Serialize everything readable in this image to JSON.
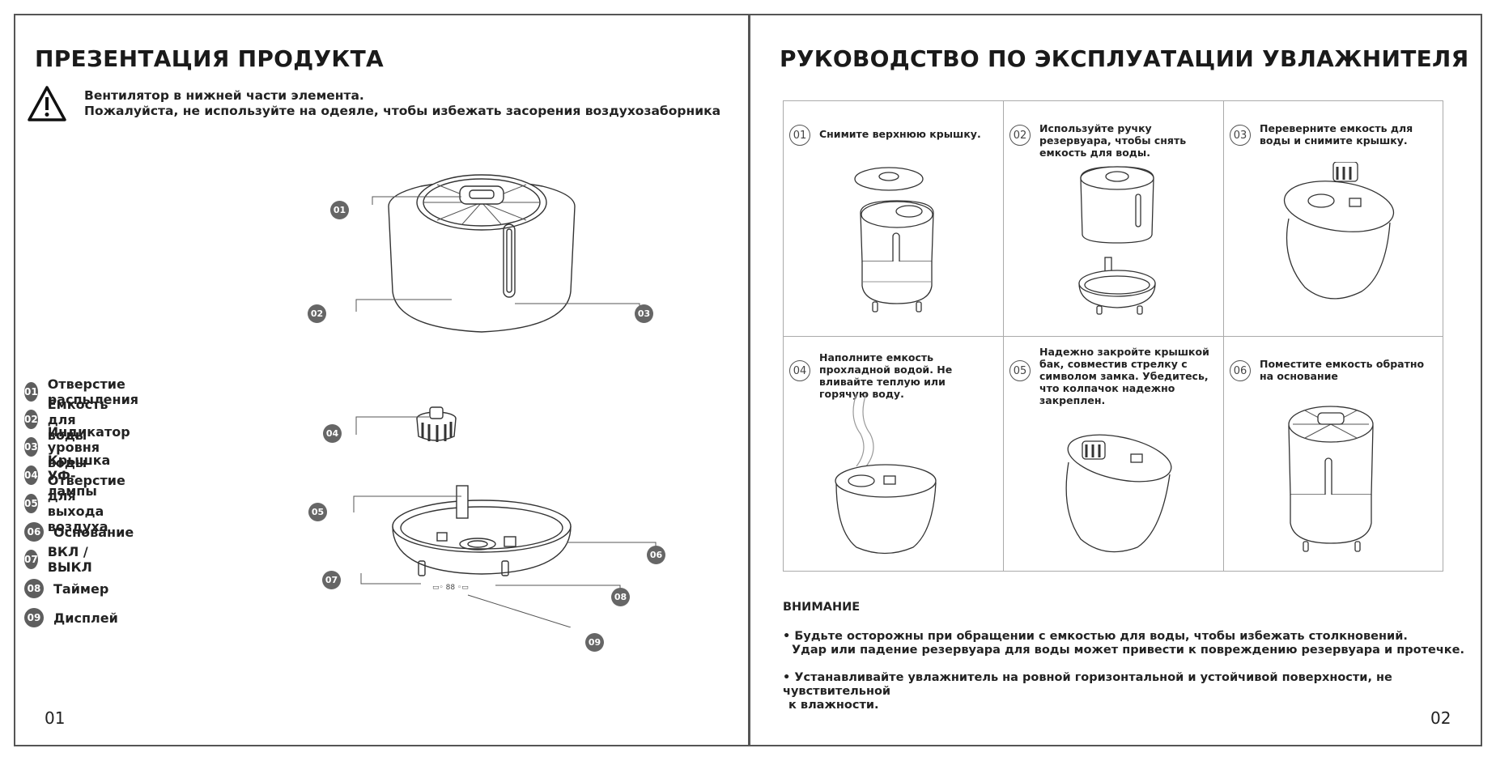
{
  "left_page": {
    "title": "ПРЕЗЕНТАЦИЯ ПРОДУКТА",
    "warning_line1": "Вентилятор в нижней части элемента.",
    "warning_line2": "Пожалуйста, не используйте на одеяле, чтобы избежать засорения воздухозаборника",
    "callouts": [
      "01",
      "02",
      "03",
      "04",
      "05",
      "06",
      "07",
      "08",
      "09"
    ],
    "legend": [
      {
        "num": "01",
        "label": "Отверстие распыления"
      },
      {
        "num": "02",
        "label": "Емкость для воды"
      },
      {
        "num": "03",
        "label": "Индикатор уровня воды"
      },
      {
        "num": "04",
        "label": "Крышка УФ-лампы"
      },
      {
        "num": "05",
        "label": "Отверстие для выхода воздуха"
      },
      {
        "num": "06",
        "label": "Основание"
      },
      {
        "num": "07",
        "label": "ВКЛ / ВЫКЛ"
      },
      {
        "num": "08",
        "label": "Таймер"
      },
      {
        "num": "09",
        "label": "Дисплей"
      }
    ],
    "page_number": "01"
  },
  "right_page": {
    "title": "РУКОВОДСТВО ПО ЭКСПЛУАТАЦИИ УВЛАЖНИТЕЛЯ",
    "steps": [
      {
        "num": "01",
        "text": "Снимите верхнюю крышку."
      },
      {
        "num": "02",
        "text": "Используйте ручку резервуара, чтобы снять емкость для воды."
      },
      {
        "num": "03",
        "text": "Переверните емкость для воды и снимите крышку."
      },
      {
        "num": "04",
        "text": "Наполните емкость прохладной водой. Не вливайте теплую или горячую воду."
      },
      {
        "num": "05",
        "text": "Надежно закройте крышкой бак, совместив стрелку с символом замка. Убедитесь, что колпачок надежно закреплен."
      },
      {
        "num": "06",
        "text": "Поместите емкость обратно на основание"
      }
    ],
    "attention_title": "ВНИМАНИЕ",
    "bullet1_line1": "• Будьте осторожны при обращении с емкостью для воды, чтобы избежать столкновений.",
    "bullet1_line2": "Удар или падение резервуара для воды может привести к повреждению резервуара и протечке.",
    "bullet2_line1": "• Устанавливайте увлажнитель на ровной горизонтальной и устойчивой поверхности, не чувствительной",
    "bullet2_line2": "к влажности.",
    "page_number": "02"
  }
}
